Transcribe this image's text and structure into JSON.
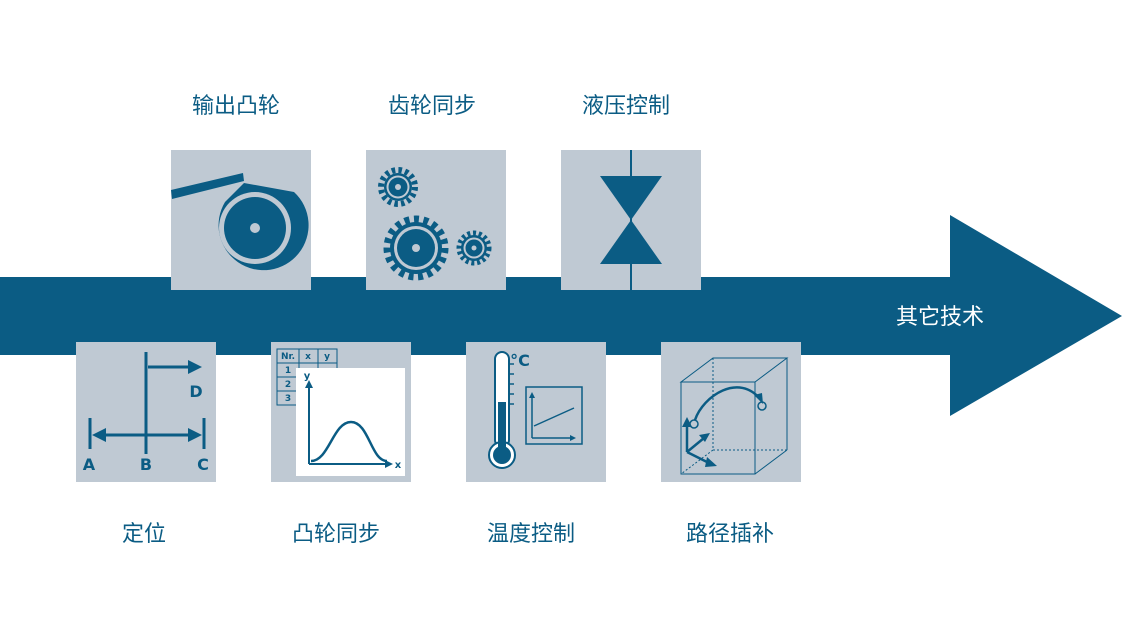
{
  "colors": {
    "accent": "#0b5c84",
    "tile": "#bfc9d3",
    "background": "#ffffff"
  },
  "top_items": [
    {
      "label": "输出凸轮",
      "icon": "output-cam-icon"
    },
    {
      "label": "齿轮同步",
      "icon": "gears-icon"
    },
    {
      "label": "液压控制",
      "icon": "hydraulic-valve-icon"
    }
  ],
  "bottom_items": [
    {
      "label": "定位",
      "icon": "positioning-icon"
    },
    {
      "label": "凸轮同步",
      "icon": "cam-sync-icon"
    },
    {
      "label": "温度控制",
      "icon": "thermometer-icon"
    },
    {
      "label": "路径插补",
      "icon": "path-interpolation-icon"
    }
  ],
  "arrow": {
    "label": "其它技术"
  },
  "icon_text": {
    "positioning": {
      "a": "A",
      "b": "B",
      "c": "C",
      "d": "D"
    },
    "cam_table": {
      "nr": "Nr.",
      "x": "x",
      "y": "y",
      "rows": [
        "1",
        "2",
        "3"
      ],
      "axis_x": "x",
      "axis_y": "y"
    },
    "thermometer": {
      "unit": "°C"
    }
  }
}
